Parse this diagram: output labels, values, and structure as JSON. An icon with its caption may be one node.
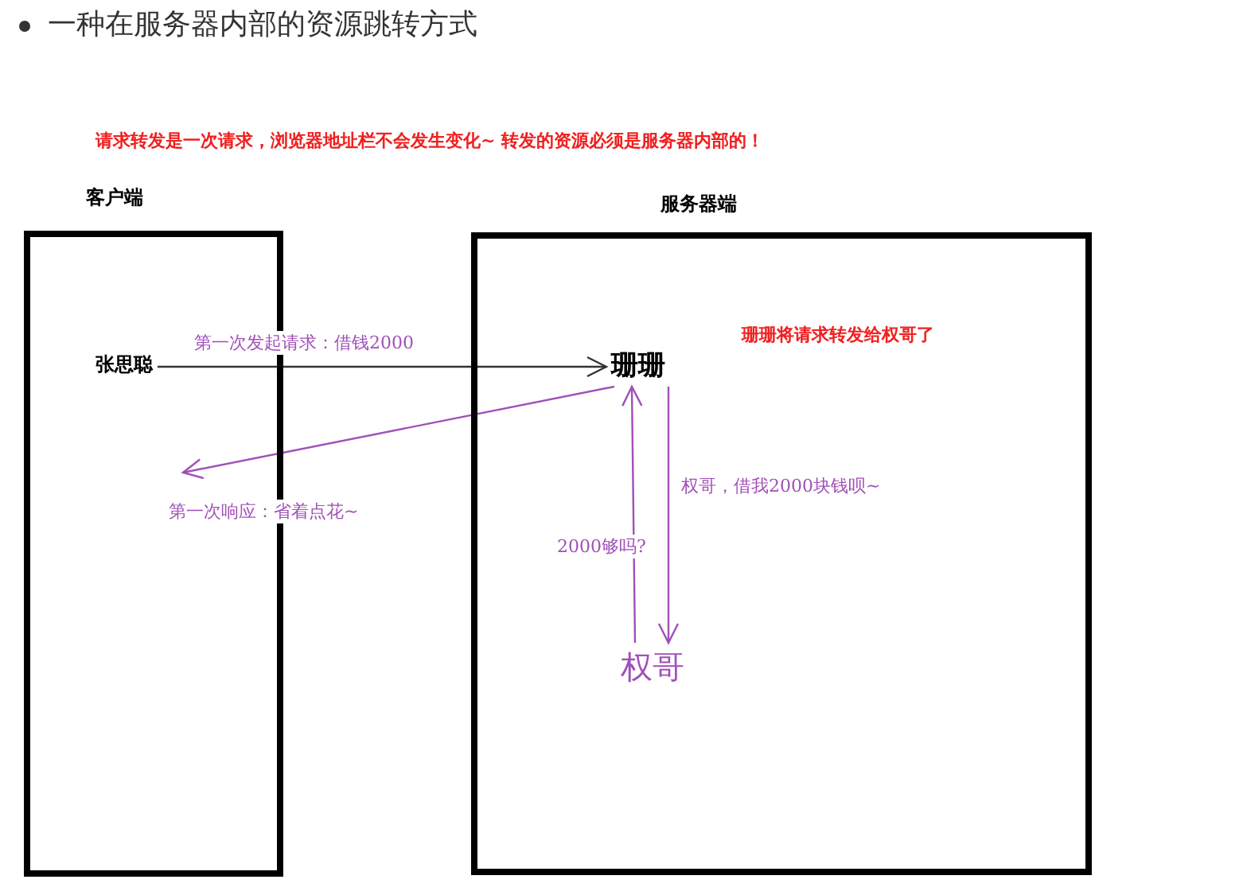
{
  "diagram": {
    "title": "一种在服务器内部的资源跳转方式",
    "nodes": [
      {
        "text": [
          "客户端"
        ]
      },
      {
        "text": [
          "服务器端"
        ]
      },
      {
        "text": [
          "张思聪"
        ],
        "in": 0
      },
      {
        "text": [
          "珊珊"
        ],
        "in": 1
      },
      {
        "text": [
          "权哥"
        ],
        "in": 1
      }
    ],
    "edges": [
      {
        "from": 2,
        "to": 3,
        "arrow": "to",
        "label": "第一次发起请求：借钱2000",
        "color": "#333333"
      },
      {
        "from": 3,
        "to": null,
        "arrow": "to",
        "label": "第一次响应：省着点花~"
      },
      {
        "from": 3,
        "to": 4,
        "arrow": "to",
        "label": "权哥，借我2000块钱呗~"
      },
      {
        "from": 4,
        "to": 3,
        "arrow": "to",
        "label": "2000够吗?"
      }
    ],
    "labels": [
      "请求转发是一次请求，浏览器地址栏不会发生变化~ 转发的资源必须是服务器内部的！",
      "珊珊将请求转发给权哥了"
    ]
  }
}
